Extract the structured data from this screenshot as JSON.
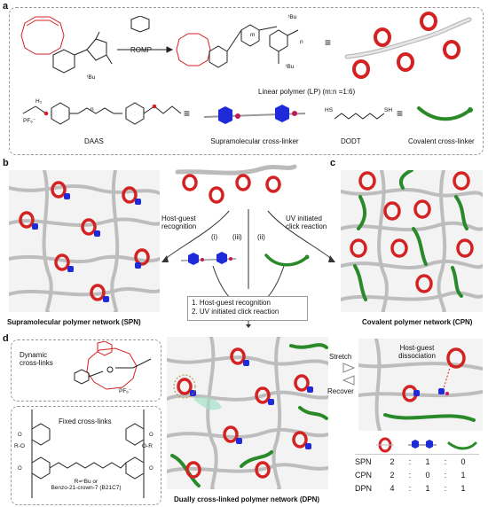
{
  "panels": {
    "a": "a",
    "b": "b",
    "c": "c",
    "d": "d"
  },
  "panel_a": {
    "tbu_label": "ᵗBu",
    "reaction_label": "ROMP",
    "product_subscripts": {
      "m": "m",
      "n": "n",
      "tbu1": "ᵗBu",
      "tbu2": "ᵗBu"
    },
    "linear_polymer_label": "Linear polymer (LP) (m:n =1:6)",
    "daas_label": "DAAS",
    "daas_pf6": "PF₆⁻",
    "daas_h2": "H₂",
    "daas_n": "n",
    "supramolecular_crosslinker_label": "Supramolecular cross-linker",
    "dodt_label": "DODT",
    "dodt_hs": "HS",
    "dodt_sh": "SH",
    "covalent_crosslinker_label": "Covalent cross-linker",
    "equiv": "≡"
  },
  "panel_bc": {
    "path_i": "(i)",
    "path_ii": "(ii)",
    "path_iii": "(iii)",
    "host_guest_label": "Host-guest\nrecognition",
    "uv_click_label": "UV initiated\nclick reaction",
    "steps": [
      "1. Host-guest recognition",
      "2. UV initiated click reaction"
    ],
    "spn_caption": "Supramolecular polymer network (SPN)",
    "cpn_caption": "Covalent polymer network (CPN)"
  },
  "panel_d": {
    "dynamic_label": "Dynamic\ncross-links",
    "dyn_pf6": "PF₆⁻",
    "fixed_label": "Fixed cross-links",
    "fixed_r_left": "R-O",
    "fixed_r_right": "O-R",
    "fixed_r_def": "R=ⁿBu or\nBenzo-21-crown-7 (B21C7)",
    "dpn_caption": "Dually cross-linked polymer network (DPN)",
    "stretch": "Stretch",
    "recover": "Recover",
    "dissociation": "Host-guest\ndissociation"
  },
  "ratio_table": {
    "rows": [
      {
        "name": "SPN",
        "a": "2",
        "b": "1",
        "c": "0"
      },
      {
        "name": "CPN",
        "a": "2",
        "b": "0",
        "c": "1"
      },
      {
        "name": "DPN",
        "a": "4",
        "b": "1",
        "c": "1"
      }
    ],
    "sep": ":"
  },
  "colors": {
    "ring": "#d42222",
    "bead": "#1f2ad8",
    "covalent": "#2a8a2a",
    "chain": "#c9c9c9",
    "dash_box": "#999999"
  }
}
